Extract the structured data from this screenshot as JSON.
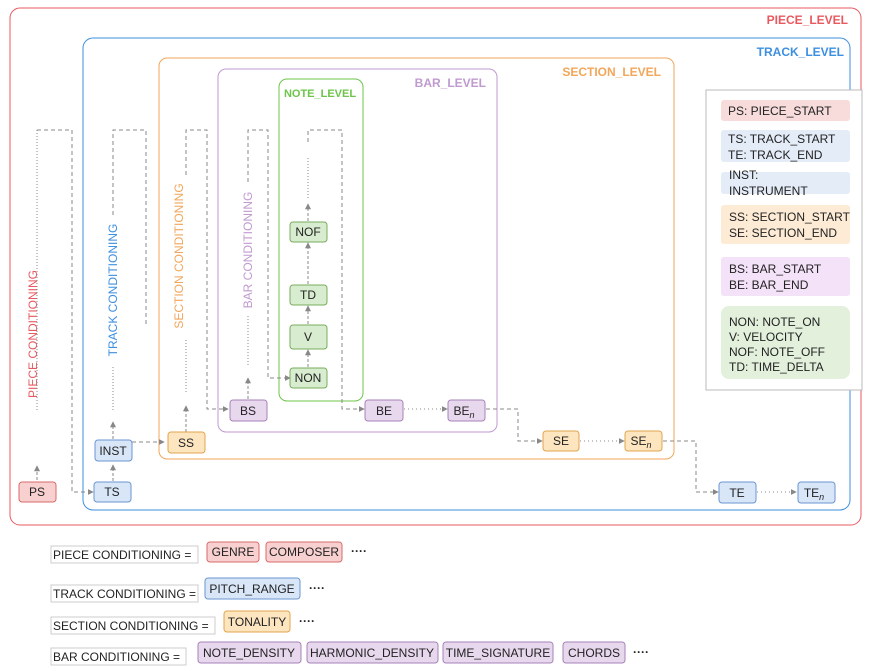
{
  "levels": {
    "piece": {
      "label": "PIECE_LEVEL",
      "color": "#e8595f"
    },
    "track": {
      "label": "TRACK_LEVEL",
      "color": "#3d8fe0"
    },
    "section": {
      "label": "SECTION_LEVEL",
      "color": "#f2a65a"
    },
    "bar": {
      "label": "BAR_LEVEL",
      "color": "#c09ad0"
    },
    "note": {
      "label": "NOTE_LEVEL",
      "color": "#6cc44a"
    }
  },
  "vertical_labels": {
    "piece": {
      "text": "PIECE CONDITIONING",
      "color": "#e8595f"
    },
    "track": {
      "text": "TRACK CONDITIONING",
      "color": "#3d8fe0"
    },
    "section": {
      "text": "SECTION CONDITIONING",
      "color": "#f2a65a"
    },
    "bar": {
      "text": "BAR CONDITIONING",
      "color": "#c09ad0"
    }
  },
  "token_colors": {
    "piece": {
      "fill": "#f8d0d0",
      "stroke": "#d96a6a"
    },
    "track": {
      "fill": "#d8e6f8",
      "stroke": "#6a96d0"
    },
    "section": {
      "fill": "#fde5c0",
      "stroke": "#e0a54c"
    },
    "bar": {
      "fill": "#e8d8ee",
      "stroke": "#a682b8"
    },
    "note": {
      "fill": "#d8ecd0",
      "stroke": "#78ac5c"
    }
  },
  "tokens": {
    "ps": {
      "label": "PS"
    },
    "ts": {
      "label": "TS"
    },
    "inst": {
      "label": "INST"
    },
    "ss": {
      "label": "SS"
    },
    "bs": {
      "label": "BS"
    },
    "non": {
      "label": "NON"
    },
    "v": {
      "label": "V"
    },
    "td": {
      "label": "TD"
    },
    "nof": {
      "label": "NOF"
    },
    "be": {
      "label": "BE"
    },
    "ben": {
      "label": "BE",
      "sub": "n"
    },
    "se": {
      "label": "SE"
    },
    "sen": {
      "label": "SE",
      "sub": "n"
    },
    "te": {
      "label": "TE"
    },
    "ten": {
      "label": "TE",
      "sub": "n"
    }
  },
  "legend": {
    "piece": {
      "lines": [
        "PS: PIECE_START"
      ],
      "fill": "#f8dcdc"
    },
    "track": {
      "lines": [
        "TS: TRACK_START",
        "TE: TRACK_END"
      ],
      "fill": "#e4ecf8"
    },
    "inst": {
      "lines": [
        "INST:",
        "INSTRUMENT"
      ],
      "fill": "#e4ecf8"
    },
    "section": {
      "lines": [
        "SS: SECTION_START",
        "SE: SECTION_END"
      ],
      "fill": "#fdebd5"
    },
    "bar": {
      "lines": [
        "BS: BAR_START",
        "BE: BAR_END"
      ],
      "fill": "#f4e2f8"
    },
    "note": {
      "lines": [
        "NON: NOTE_ON",
        "V: VELOCITY",
        "NOF: NOTE_OFF",
        "TD: TIME_DELTA"
      ],
      "fill": "#e2f0dc"
    }
  },
  "conditioning_rows": [
    {
      "label": "PIECE CONDITIONING =",
      "items": [
        "GENRE",
        "COMPOSER"
      ],
      "colors": "piece"
    },
    {
      "label": "TRACK CONDITIONING =",
      "items": [
        "PITCH_RANGE"
      ],
      "colors": "track"
    },
    {
      "label": "SECTION CONDITIONING =",
      "items": [
        "TONALITY"
      ],
      "colors": "section"
    },
    {
      "label": "BAR CONDITIONING =",
      "items": [
        "NOTE_DENSITY",
        "HARMONIC_DENSITY",
        "TIME_SIGNATURE",
        "CHORDS"
      ],
      "colors": "bar"
    }
  ],
  "ellipsis": "····"
}
